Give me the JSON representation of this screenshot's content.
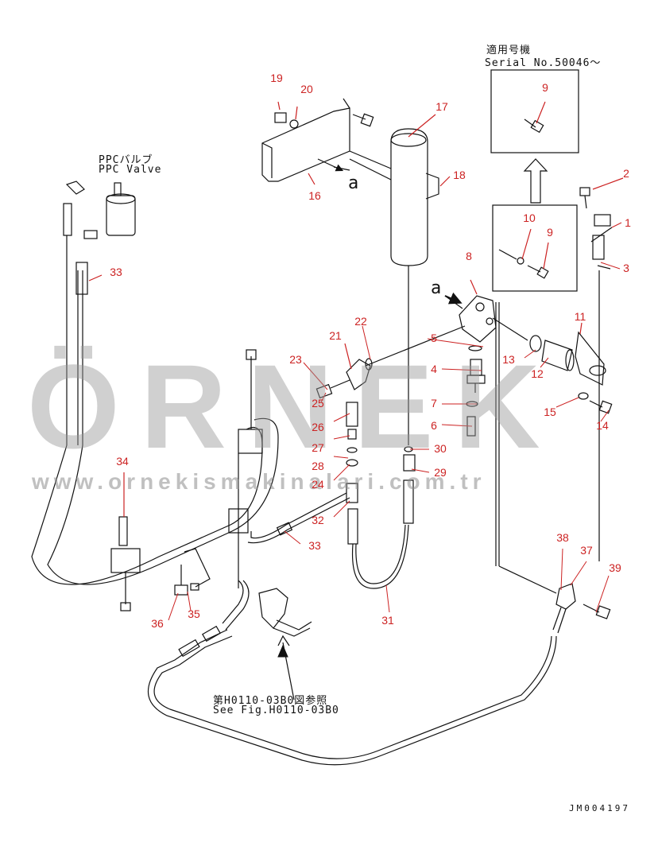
{
  "notes": {
    "applicable_jp": "適用号機",
    "serial": "Serial No.50046～",
    "ppc_jp": "PPCバルブ",
    "ppc_en": "PPC Valve",
    "ref_jp": "第H0110-03B0図参照",
    "ref_en": "See Fig.H0110-03B0",
    "drawing_no": "JM004197",
    "view_a": "a",
    "view_a2": "a"
  },
  "watermark": {
    "logo": "ÖRNEK",
    "url": "www.ornekismakinalari.com.tr"
  },
  "callouts": [
    {
      "id": "callout-1",
      "text": "1"
    },
    {
      "id": "callout-2",
      "text": "2"
    },
    {
      "id": "callout-3",
      "text": "3"
    },
    {
      "id": "callout-4",
      "text": "4"
    },
    {
      "id": "callout-5",
      "text": "5"
    },
    {
      "id": "callout-6",
      "text": "6"
    },
    {
      "id": "callout-7",
      "text": "7"
    },
    {
      "id": "callout-8",
      "text": "8"
    },
    {
      "id": "callout-9a",
      "text": "9"
    },
    {
      "id": "callout-9b",
      "text": "9"
    },
    {
      "id": "callout-10",
      "text": "10"
    },
    {
      "id": "callout-11",
      "text": "11"
    },
    {
      "id": "callout-12",
      "text": "12"
    },
    {
      "id": "callout-13",
      "text": "13"
    },
    {
      "id": "callout-14",
      "text": "14"
    },
    {
      "id": "callout-15",
      "text": "15"
    },
    {
      "id": "callout-16",
      "text": "16"
    },
    {
      "id": "callout-17",
      "text": "17"
    },
    {
      "id": "callout-18",
      "text": "18"
    },
    {
      "id": "callout-19",
      "text": "19"
    },
    {
      "id": "callout-20",
      "text": "20"
    },
    {
      "id": "callout-21",
      "text": "21"
    },
    {
      "id": "callout-22",
      "text": "22"
    },
    {
      "id": "callout-23",
      "text": "23"
    },
    {
      "id": "callout-24",
      "text": "24"
    },
    {
      "id": "callout-25",
      "text": "25"
    },
    {
      "id": "callout-26",
      "text": "26"
    },
    {
      "id": "callout-27",
      "text": "27"
    },
    {
      "id": "callout-28",
      "text": "28"
    },
    {
      "id": "callout-29",
      "text": "29"
    },
    {
      "id": "callout-30",
      "text": "30"
    },
    {
      "id": "callout-31",
      "text": "31"
    },
    {
      "id": "callout-32",
      "text": "32"
    },
    {
      "id": "callout-33a",
      "text": "33"
    },
    {
      "id": "callout-33b",
      "text": "33"
    },
    {
      "id": "callout-34",
      "text": "34"
    },
    {
      "id": "callout-35",
      "text": "35"
    },
    {
      "id": "callout-36",
      "text": "36"
    },
    {
      "id": "callout-37",
      "text": "37"
    },
    {
      "id": "callout-38",
      "text": "38"
    },
    {
      "id": "callout-39",
      "text": "39"
    }
  ],
  "colors": {
    "line": "#111111",
    "callout": "#cc2222",
    "watermark": "#9a9a9a",
    "watermark_accent": "#e8d9a8"
  }
}
